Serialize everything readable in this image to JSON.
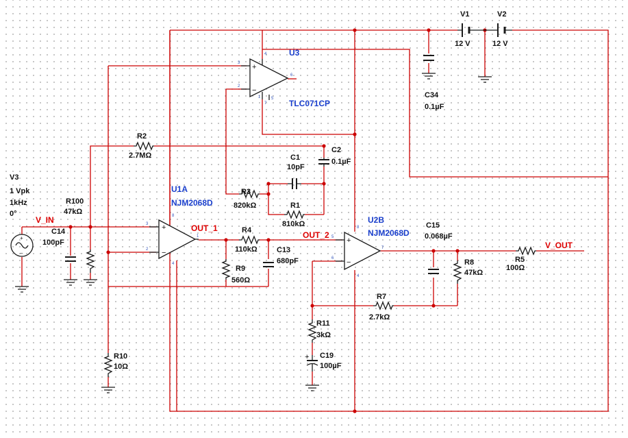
{
  "nets": {
    "v_in": "V_IN",
    "out_1": "OUT_1",
    "out_2": "OUT_2",
    "v_out": "V_OUT"
  },
  "opamps": {
    "u1a": {
      "ref": "U1A",
      "model": "NJM2068D",
      "pins": [
        "3",
        "2",
        "1",
        "8",
        "4"
      ]
    },
    "u2b": {
      "ref": "U2B",
      "model": "NJM2068D",
      "pins": [
        "5",
        "6",
        "7",
        "8",
        "4"
      ]
    },
    "u3": {
      "ref": "U3",
      "model": "TLC071CP",
      "pins": [
        "3",
        "2",
        "6",
        "4",
        "7",
        "1",
        "5"
      ]
    }
  },
  "sources": {
    "v1": {
      "ref": "V1",
      "value": "12 V"
    },
    "v2": {
      "ref": "V2",
      "value": "12 V"
    },
    "v3": {
      "ref": "V3",
      "amplitude": "1 Vpk",
      "frequency": "1kHz",
      "phase": "0°"
    }
  },
  "resistors": {
    "r1": {
      "ref": "R1",
      "value": "810kΩ"
    },
    "r2": {
      "ref": "R2",
      "value": "2.7MΩ"
    },
    "r3": {
      "ref": "R3",
      "value": "820kΩ"
    },
    "r4": {
      "ref": "R4",
      "value": "110kΩ"
    },
    "r5": {
      "ref": "R5",
      "value": "100Ω"
    },
    "r7": {
      "ref": "R7",
      "value": "2.7kΩ"
    },
    "r8": {
      "ref": "R8",
      "value": "47kΩ"
    },
    "r9": {
      "ref": "R9",
      "value": "560Ω"
    },
    "r10": {
      "ref": "R10",
      "value": "10Ω"
    },
    "r11": {
      "ref": "R11",
      "value": "3kΩ"
    },
    "r100": {
      "ref": "R100",
      "value": "47kΩ"
    }
  },
  "capacitors": {
    "c1": {
      "ref": "C1",
      "value": "10pF"
    },
    "c2": {
      "ref": "C2",
      "value": "0.1µF"
    },
    "c13": {
      "ref": "C13",
      "value": "680pF"
    },
    "c14": {
      "ref": "C14",
      "value": "100pF"
    },
    "c15": {
      "ref": "C15",
      "value": "0.068µF"
    },
    "c19": {
      "ref": "C19",
      "value": "100µF"
    },
    "c34": {
      "ref": "C34",
      "value": "0.1µF"
    }
  },
  "symbols": {
    "plus": "+",
    "minus": "−"
  },
  "colors": {
    "wire": "#cc0000",
    "net_label": "#dd0000",
    "ref_label": "#1a3fcc",
    "grid_dot": "#b3b3b3"
  }
}
